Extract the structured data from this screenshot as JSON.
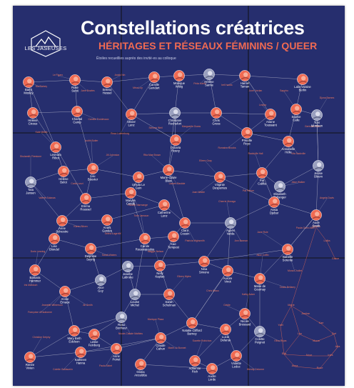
{
  "poster": {
    "logo_text": "LES JASEUSES",
    "title": "Constellations créatrices",
    "subtitle": "HÉRITAGES ET RÉSEAUX FÉMININS / QUEER",
    "tagline": "Étoiles recueillies auprès des invité·es au colloque"
  },
  "colors": {
    "background": "#262e6e",
    "accent": "#f06a52",
    "link": "#c9c9d6",
    "dark_line": "#111111"
  },
  "nodes": [
    {
      "id": "n1",
      "label": "Barry Mosley",
      "photo": "coral"
    },
    {
      "id": "n2",
      "label": "Rose Sunit",
      "photo": "coral"
    },
    {
      "id": "n3",
      "label": "Selena Hessel",
      "photo": "coral"
    },
    {
      "id": "n4",
      "label": "Camille Gendart",
      "photo": "coral"
    },
    {
      "id": "n5",
      "label": "Monique Wittig",
      "photo": "coral"
    },
    {
      "id": "n6",
      "label": "Hélène Samie",
      "photo": "gray"
    },
    {
      "id": "n7",
      "label": "Harriet Taman",
      "photo": "coral"
    },
    {
      "id": "n8",
      "label": "Lalie Voisine Berlin",
      "photo": "coral"
    },
    {
      "id": "n9",
      "label": "Chantal Camp",
      "photo": "coral"
    },
    {
      "id": "n10",
      "label": "Hélène Cixous",
      "photo": "coral"
    },
    {
      "id": "n11",
      "label": "Christiane Rochefort",
      "photo": "gray"
    },
    {
      "id": "n12",
      "label": "Olivier Lenz",
      "photo": "coral"
    },
    {
      "id": "n13",
      "label": "Chris Gross",
      "photo": "coral"
    },
    {
      "id": "n14",
      "label": "Ariane Toussaint",
      "photo": "coral"
    },
    {
      "id": "n15",
      "label": "Sophie Calle",
      "photo": "coral"
    },
    {
      "id": "n16",
      "label": "Toni Morrison",
      "photo": "gray"
    },
    {
      "id": "n17",
      "label": "Priscille Roye",
      "photo": "coral"
    },
    {
      "id": "n18",
      "label": "Annabelle Hélie",
      "photo": "coral"
    },
    {
      "id": "n19",
      "label": "Leonora Ribot",
      "photo": "coral"
    },
    {
      "id": "n20",
      "label": "Octavia Rosny",
      "photo": "coral"
    },
    {
      "id": "n21",
      "label": "Hélène Belot",
      "photo": "coral"
    },
    {
      "id": "n22",
      "label": "Taïa Jansen",
      "photo": "gray"
    },
    {
      "id": "n23",
      "label": "Lou Bouvier",
      "photo": "coral"
    },
    {
      "id": "n24",
      "label": "Ursula Le Guin",
      "photo": "coral"
    },
    {
      "id": "n25",
      "label": "Marie-Claire Blais",
      "photo": "coral"
    },
    {
      "id": "n26",
      "label": "Virginie Despentes",
      "photo": "coral"
    },
    {
      "id": "n27",
      "label": "Pat Califia",
      "photo": "coral"
    },
    {
      "id": "n28",
      "label": "Elisabeth Bellanger",
      "photo": "gray"
    },
    {
      "id": "n29",
      "label": "Jessie Bloom",
      "photo": "gray"
    },
    {
      "id": "n30",
      "label": "Emma Roussel",
      "photo": "coral"
    },
    {
      "id": "n31",
      "label": "Maryse Condé",
      "photo": "coral"
    },
    {
      "id": "n32",
      "label": "Anne Sylvestre",
      "photo": "coral"
    },
    {
      "id": "n33",
      "label": "Anaïs Gardes",
      "photo": "coral"
    },
    {
      "id": "n34",
      "label": "Catherine Lenz",
      "photo": "coral"
    },
    {
      "id": "n35",
      "label": "Clara Cousin",
      "photo": "coral"
    },
    {
      "id": "n36",
      "label": "Assia Djebar",
      "photo": "coral"
    },
    {
      "id": "n37",
      "label": "Aude Smith",
      "photo": "coral"
    },
    {
      "id": "n38",
      "label": "Lise Blondel",
      "photo": "coral"
    },
    {
      "id": "n39",
      "label": "Delphine Seyrig",
      "photo": "coral"
    },
    {
      "id": "n40",
      "label": "Carole Roussopoulos",
      "photo": "coral"
    },
    {
      "id": "n41",
      "label": "Kae Tempest",
      "photo": "coral"
    },
    {
      "id": "n42",
      "label": "Agnès Varda",
      "photo": "gray"
    },
    {
      "id": "n43",
      "label": "Nina Simone",
      "photo": "coral"
    },
    {
      "id": "n44",
      "label": "Isabelle Sorente",
      "photo": "coral"
    },
    {
      "id": "n45",
      "label": "Jeanne Labrune",
      "photo": "gray"
    },
    {
      "id": "n46",
      "label": "Nelly Kaplan",
      "photo": "coral"
    },
    {
      "id": "n47",
      "label": "Alice Guy",
      "photo": "gray"
    },
    {
      "id": "n48",
      "label": "Barbara Hammer",
      "photo": "coral"
    },
    {
      "id": "n49",
      "label": "Annie Ernaux",
      "photo": "coral"
    },
    {
      "id": "n50",
      "label": "Aurore Vinot",
      "photo": "coral"
    },
    {
      "id": "n51",
      "label": "Marie de Gournay",
      "photo": "coral"
    },
    {
      "id": "n52",
      "label": "Louise Michel",
      "photo": "gray"
    },
    {
      "id": "n53",
      "label": "Sarah Schulman",
      "photo": "coral"
    },
    {
      "id": "n54",
      "label": "Mary Beth Edelson",
      "photo": "coral"
    },
    {
      "id": "n55",
      "label": "Rosa Bonheur",
      "photo": "gray"
    },
    {
      "id": "n56",
      "label": "Leslie Feinberg",
      "photo": "coral"
    },
    {
      "id": "n57",
      "label": "Renée Vivien",
      "photo": "coral"
    },
    {
      "id": "n58",
      "label": "Kathleen Hanna",
      "photo": "coral"
    },
    {
      "id": "n59",
      "label": "Anne Poiret",
      "photo": "coral"
    },
    {
      "id": "n60",
      "label": "Natalie Clifford Barney",
      "photo": "coral"
    },
    {
      "id": "n61",
      "label": "Lucie Delarue",
      "photo": "coral"
    },
    {
      "id": "n62",
      "label": "Violette Leduc",
      "photo": "coral"
    },
    {
      "id": "n63",
      "label": "Colette Peignot",
      "photo": "gray"
    },
    {
      "id": "n64",
      "label": "Claude Cahun",
      "photo": "coral"
    },
    {
      "id": "n65",
      "label": "Audre Lorde",
      "photo": "coral"
    },
    {
      "id": "n66",
      "label": "Gloria Anzaldúa",
      "photo": "coral"
    },
    {
      "id": "n67",
      "label": "Adrienne Rich",
      "photo": "coral"
    },
    {
      "id": "n68",
      "label": "Nicole Brossard",
      "photo": "coral"
    }
  ],
  "text_nodes": [
    "Le Figaro",
    "Ma Rainey",
    "Anaïs Nin",
    "Mina Loy",
    "Jane Bowles",
    "Frida Kahlo",
    "bell hooks",
    "June Jordan",
    "Lesbia",
    "Sappho",
    "Djuna Barnes",
    "Gertrude Stein",
    "Vita Sackville",
    "Radclyffe Hall",
    "Romaine Brooks",
    "Eileen Gray",
    "Marguerite Duras",
    "Simone Weil",
    "Rosa Luxemburg",
    "Judith Butler",
    "Kate Millett",
    "Shulamith Firestone",
    "Valerie Solanas",
    "Carla Lonzi",
    "Jill Johnston",
    "Rita Mae Brown",
    "Joan Nestle",
    "Cherríe Moraga",
    "Pat Parker",
    "Alice Walker",
    "Angela Davis",
    "Paula Gunn Allen",
    "Jane Rule",
    "Ann Bannon",
    "Patricia Highsmith",
    "Tove Jansson",
    "Selma Lagerlöf",
    "Karen Blixen",
    "Doris Lessing",
    "Iris Murdoch",
    "Jeanette Winterson",
    "Ali Smith",
    "Sarah Waters",
    "Maggie Nelson",
    "Eileen Myles",
    "Chris Kraus",
    "Kathy Acker",
    "Dodie Bellamy",
    "Françoise d'Eaubonne",
    "Christine Delphy",
    "Colette Guillaumin",
    "Paola Tabet",
    "Nicole-Claude Mathieu",
    "Monique Plaza",
    "Marie-Jo Bonnet",
    "Suzette Robichon",
    "Ovidie",
    "Wendy Delorme",
    "Elisa Rojas",
    "Alice Coffin",
    "Mona Chollet",
    "Lauren Bastide",
    "Pauline Harmange",
    "Camille Froidevaux",
    "Hanna",
    "Lolita",
    "Grâce",
    "Marie",
    "Justine",
    "Kae",
    "Lou",
    "Mona",
    "Zoé",
    "Ella",
    "Nour",
    "Inès",
    "Alma",
    "Rose",
    "Ada",
    "Yaël",
    "Léa",
    "Lila"
  ]
}
